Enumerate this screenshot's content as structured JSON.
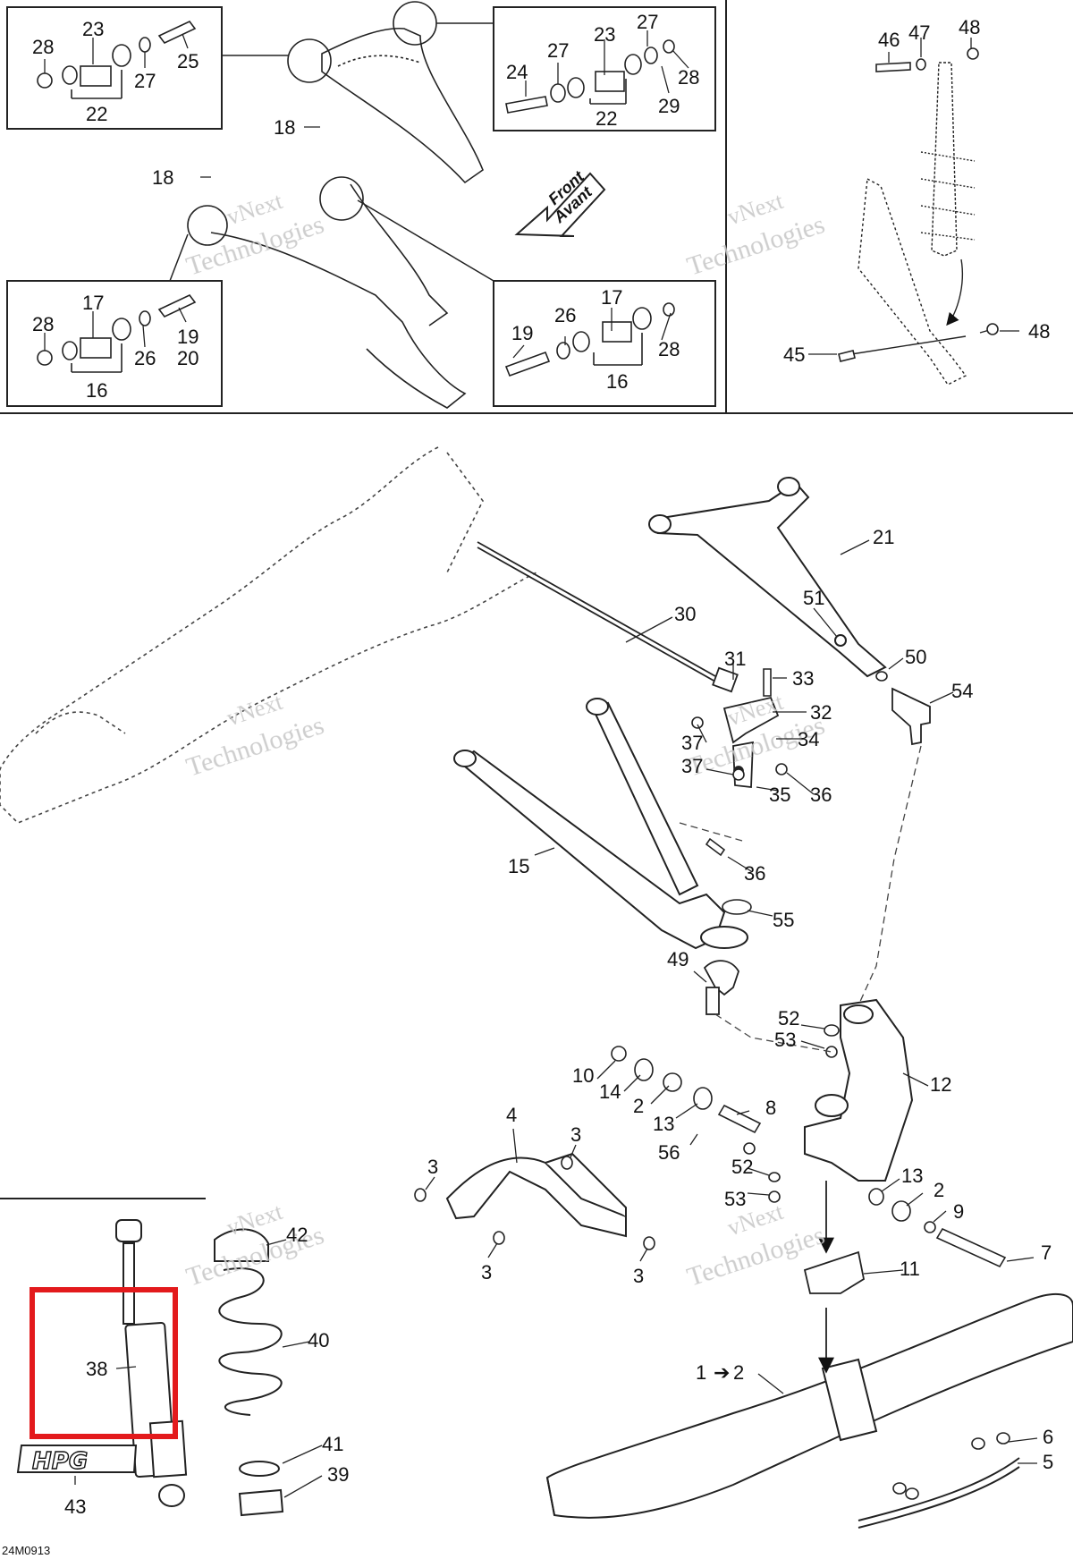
{
  "document": {
    "reference": "24M0913",
    "direction_arrow": {
      "line1": "Front",
      "line2": "Avant"
    },
    "watermark": {
      "line1": "vNext",
      "line2": "Technologies"
    },
    "highlight_color": "#e31a1c"
  },
  "callouts": {
    "l28a": "28",
    "l23a": "23",
    "l22a": "22",
    "l27a": "27",
    "l25": "25",
    "l18a": "18",
    "l18b": "18",
    "l27b": "27",
    "l23b": "23",
    "l27c": "27",
    "l24": "24",
    "l28b": "28",
    "l22b": "22",
    "l29": "29",
    "l46": "46",
    "l47": "47",
    "l48a": "48",
    "l48b": "48",
    "l45": "45",
    "l28c": "28",
    "l17a": "17",
    "l19a": "19",
    "l20": "20",
    "l26a": "26",
    "l16a": "16",
    "l17b": "17",
    "l26b": "26",
    "l19b": "19",
    "l28d": "28",
    "l16b": "16",
    "l21": "21",
    "l30": "30",
    "l51": "51",
    "l31": "31",
    "l33": "33",
    "l50": "50",
    "l54": "54",
    "l32": "32",
    "l37a": "37",
    "l34": "34",
    "l37b": "37",
    "l35": "35",
    "l36a": "36",
    "l15": "15",
    "l36b": "36",
    "l55": "55",
    "l49": "49",
    "l52a": "52",
    "l53a": "53",
    "l12": "12",
    "l10": "10",
    "l14": "14",
    "l2a": "2",
    "l13a": "13",
    "l8": "8",
    "l56": "56",
    "l4": "4",
    "l3a": "3",
    "l3b": "3",
    "l3c": "3",
    "l3d": "3",
    "l52b": "52",
    "l53b": "53",
    "l13b": "13",
    "l2b": "2",
    "l9": "9",
    "l7": "7",
    "l11": "11",
    "l42": "42",
    "l40": "40",
    "l38": "38",
    "l41": "41",
    "l39": "39",
    "l43": "43",
    "l1": "1",
    "l2c": "2",
    "l6": "6",
    "l5": "5"
  }
}
